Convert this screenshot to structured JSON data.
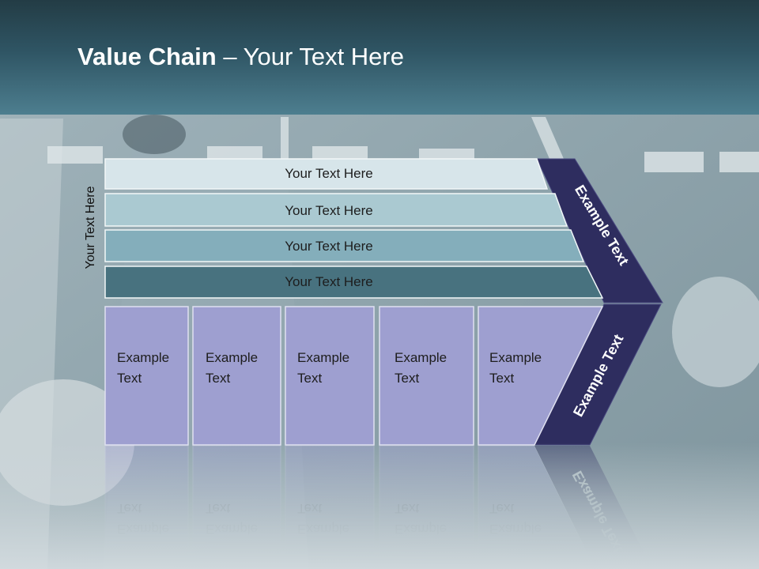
{
  "title": {
    "bold": "Value Chain",
    "rest": " – Your Text Here"
  },
  "side_label": "Your Text Here",
  "rows": [
    {
      "label": "Your Text Here",
      "color": "#d7e5ea"
    },
    {
      "label": "Your Text Here",
      "color": "#aac9d1"
    },
    {
      "label": "Your Text Here",
      "color": "#84aebb"
    },
    {
      "label": "Your Text Here",
      "color": "#48727f"
    }
  ],
  "columns": [
    {
      "line1": "Example",
      "line2": "Text"
    },
    {
      "line1": "Example",
      "line2": "Text"
    },
    {
      "line1": "Example",
      "line2": "Text"
    },
    {
      "line1": "Example",
      "line2": "Text"
    },
    {
      "line1": "Example",
      "line2": "Text"
    }
  ],
  "chevron": {
    "upper_label": "Example Text",
    "lower_label": "Example Text",
    "color": "#2e2d5f"
  },
  "column_color": "#9e9fd0"
}
